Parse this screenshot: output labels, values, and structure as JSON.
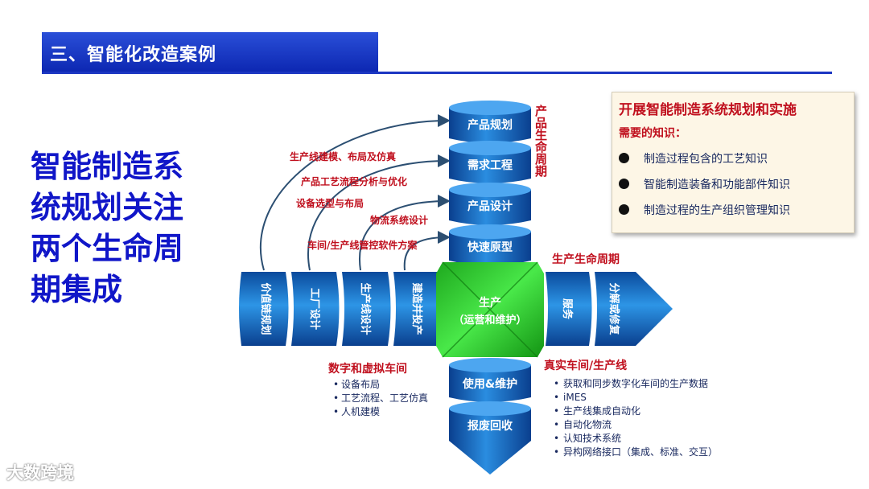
{
  "header": {
    "title": "三、智能化改造案例"
  },
  "left_heading": [
    "智能制造系",
    "统规划关注",
    "两个生命周",
    "期集成"
  ],
  "top_column": [
    "产品规划",
    "需求工程",
    "产品设计",
    "快速原型"
  ],
  "bottom_column": [
    "使用&维护",
    "报废回收"
  ],
  "left_arrow_blocks": [
    "价值链规划",
    "工厂设计",
    "生产线设计",
    "建造并投产"
  ],
  "right_arrow_blocks": [
    "服务",
    "分解或修复"
  ],
  "center_block": {
    "line1": "生产",
    "line2": "（运营和维护）"
  },
  "product_lifecycle_label": "产品生命周期",
  "production_lifecycle_label": "生产生命周期",
  "arrow_labels": [
    "生产线建模、布局及仿真",
    "产品工艺流程分析与优化",
    "设备选型与布局",
    "物流系统设计",
    "车间/生产线管控软件方案"
  ],
  "digital_workshop": {
    "title": "数字和虚拟车间",
    "items": [
      "设备布局",
      "工艺流程、工艺仿真",
      "人机建模"
    ]
  },
  "real_workshop": {
    "title": "真实车间/生产线",
    "items": [
      "获取和同步数字化车间的生产数据",
      "iMES",
      "生产线集成自动化",
      "自动化物流",
      "认知技术系统",
      "异构网络接口（集成、标准、交互）"
    ]
  },
  "knowledge_box": {
    "title": "开展智能制造系统规划和实施",
    "subtitle": "需要的知识：",
    "items": [
      "制造过程包含的工艺知识",
      "智能制造装备和功能部件知识",
      "制造过程的生产组织管理知识"
    ]
  },
  "watermark": "大数跨境",
  "colors": {
    "title_band": "#0b25b0",
    "heading_blue": "#1016c8",
    "cylinder_blue": "#1670c8",
    "center_green": "#2fd12f",
    "label_red": "#c0101e"
  }
}
